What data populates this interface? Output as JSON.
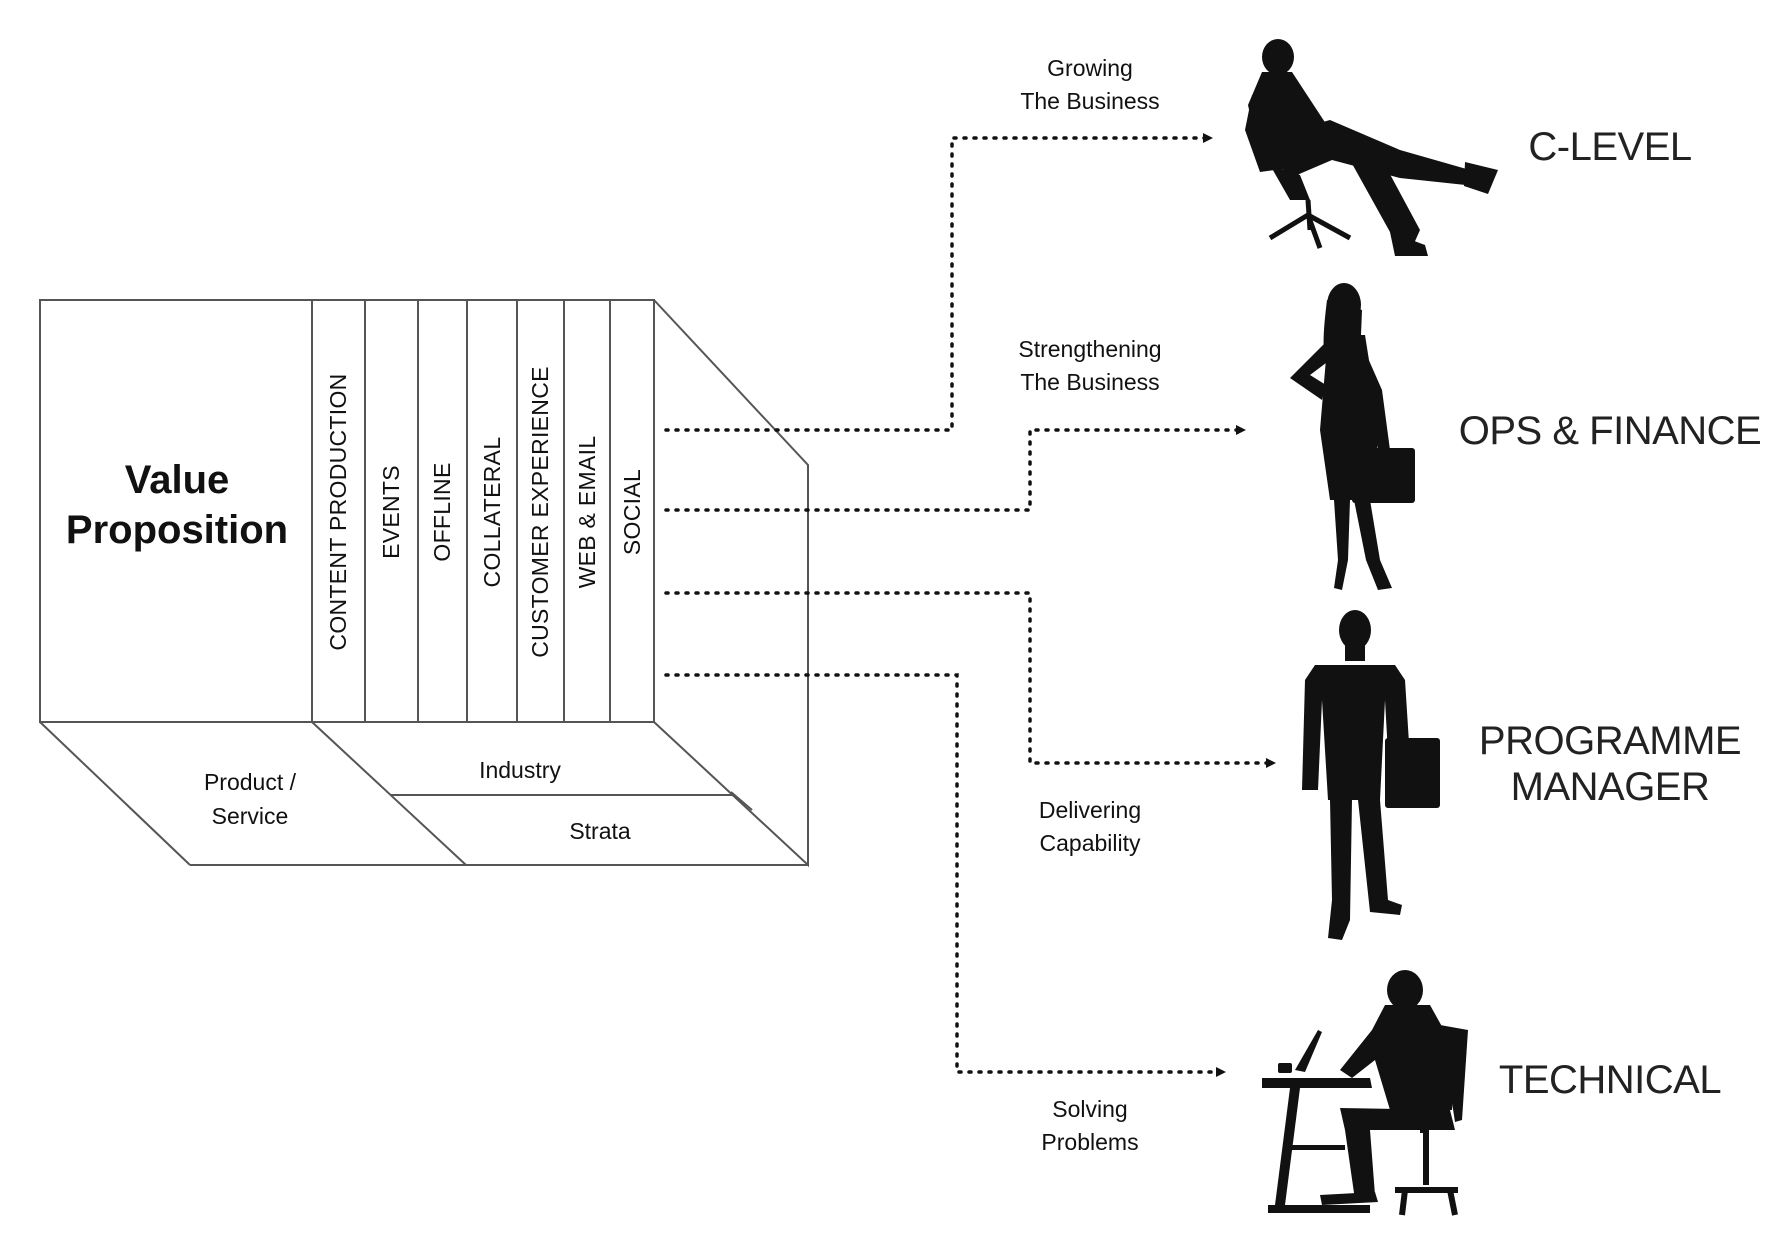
{
  "value_proposition": {
    "title_line1": "Value",
    "title_line2": "Proposition"
  },
  "channels": [
    "CONTENT PRODUCTION",
    "EVENTS",
    "OFFLINE",
    "COLLATERAL",
    "CUSTOMER EXPERIENCE",
    "WEB & EMAIL",
    "SOCIAL"
  ],
  "base": {
    "product_service_line1": "Product /",
    "product_service_line2": "Service",
    "industry": "Industry",
    "strata": "Strata"
  },
  "flows": [
    {
      "line1": "Growing",
      "line2": "The Business"
    },
    {
      "line1": "Strengthening",
      "line2": "The Business"
    },
    {
      "line1": "Delivering",
      "line2": "Capability"
    },
    {
      "line1": "Solving",
      "line2": "Problems"
    }
  ],
  "personas": [
    {
      "line1": "C-LEVEL",
      "icon": "executive-reclining-silhouette-icon"
    },
    {
      "line1": "OPS & FINANCE",
      "icon": "businesswoman-with-briefcase-silhouette-icon"
    },
    {
      "line1": "PROGRAMME",
      "line2": "MANAGER",
      "icon": "businessman-with-folder-silhouette-icon"
    },
    {
      "line1": "TECHNICAL",
      "icon": "person-at-desk-with-laptop-silhouette-icon"
    }
  ],
  "colors": {
    "line": "#555555",
    "ink": "#111111",
    "background": "#ffffff"
  }
}
